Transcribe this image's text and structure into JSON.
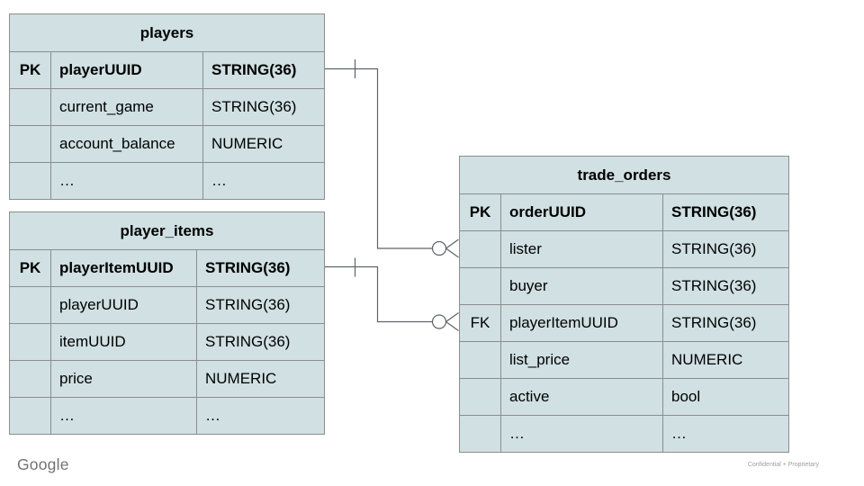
{
  "colors": {
    "table_fill": "#d0e0e3",
    "table_border": "#8d8d8d",
    "connector": "#5f6368",
    "logo_gray": "#737373",
    "footer_gray": "#9e9e9e"
  },
  "tables": [
    {
      "id": "players",
      "title": "players",
      "rows": [
        {
          "key": "PK",
          "name": "playerUUID",
          "type": "STRING(36)"
        },
        {
          "key": "",
          "name": "current_game",
          "type": "STRING(36)"
        },
        {
          "key": "",
          "name": "account_balance",
          "type": "NUMERIC"
        },
        {
          "key": "",
          "name": "…",
          "type": "…"
        }
      ]
    },
    {
      "id": "player_items",
      "title": "player_items",
      "rows": [
        {
          "key": "PK",
          "name": "playerItemUUID",
          "type": "STRING(36)"
        },
        {
          "key": "",
          "name": "playerUUID",
          "type": "STRING(36)"
        },
        {
          "key": "",
          "name": "itemUUID",
          "type": "STRING(36)"
        },
        {
          "key": "",
          "name": "price",
          "type": "NUMERIC"
        },
        {
          "key": "",
          "name": "…",
          "type": "…"
        }
      ]
    },
    {
      "id": "trade_orders",
      "title": "trade_orders",
      "rows": [
        {
          "key": "PK",
          "name": "orderUUID",
          "type": "STRING(36)"
        },
        {
          "key": "",
          "name": "lister",
          "type": "STRING(36)"
        },
        {
          "key": "",
          "name": "buyer",
          "type": "STRING(36)"
        },
        {
          "key": "FK",
          "name": "playerItemUUID",
          "type": "STRING(36)"
        },
        {
          "key": "",
          "name": "list_price",
          "type": "NUMERIC"
        },
        {
          "key": "",
          "name": "active",
          "type": "bool"
        },
        {
          "key": "",
          "name": "…",
          "type": "…"
        }
      ]
    }
  ],
  "relationships": [
    {
      "from": "players.playerUUID",
      "to": "trade_orders.lister",
      "from_cardinality": "one",
      "to_cardinality": "zero-or-many"
    },
    {
      "from": "player_items.playerItemUUID",
      "to": "trade_orders.playerItemUUID",
      "from_cardinality": "one",
      "to_cardinality": "zero-or-many"
    }
  ],
  "branding": {
    "logo_text": "Google",
    "footer_note": "Confidential + Proprietary"
  }
}
